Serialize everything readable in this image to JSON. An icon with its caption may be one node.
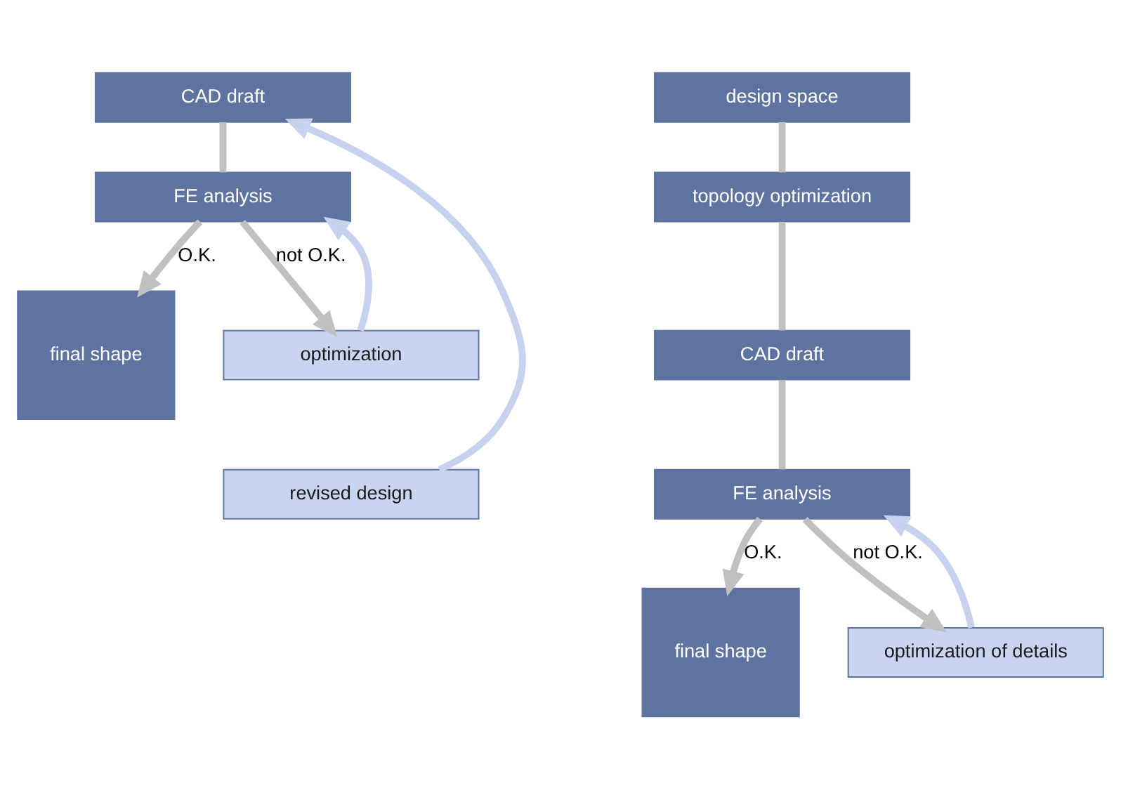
{
  "diagram": {
    "nodes": [
      {
        "text": [
          "CAD draft"
        ]
      },
      {
        "text": [
          "FE analysis"
        ]
      },
      {
        "text": [
          "final shape"
        ]
      },
      {
        "text": [
          "optimization"
        ]
      },
      {
        "text": [
          "revised design"
        ]
      },
      {
        "text": [
          "design space"
        ]
      },
      {
        "text": [
          "topology optimization"
        ]
      },
      {
        "text": [
          "CAD draft"
        ]
      },
      {
        "text": [
          "FE analysis"
        ]
      },
      {
        "text": [
          "final shape"
        ]
      },
      {
        "text": [
          "optimization of details"
        ]
      }
    ],
    "edges": [
      {
        "from": 0,
        "to": 1,
        "arrow": "none"
      },
      {
        "from": 1,
        "to": 2,
        "arrow": "to",
        "label": "O.K."
      },
      {
        "from": 1,
        "to": 3,
        "arrow": "to",
        "label": "not O.K."
      },
      {
        "from": 3,
        "to": 1,
        "arrow": "to",
        "color": "#c6d2ee"
      },
      {
        "from": 4,
        "to": 0,
        "arrow": "to",
        "color": "#c6d2ee"
      },
      {
        "from": 5,
        "to": 6,
        "arrow": "none"
      },
      {
        "from": 6,
        "to": 7,
        "arrow": "none"
      },
      {
        "from": 7,
        "to": 8,
        "arrow": "none"
      },
      {
        "from": 8,
        "to": 9,
        "arrow": "to",
        "label": "O.K."
      },
      {
        "from": 8,
        "to": 10,
        "arrow": "to",
        "label": "not O.K."
      },
      {
        "from": 10,
        "to": 8,
        "arrow": "to",
        "color": "#c6d2ee"
      }
    ]
  }
}
